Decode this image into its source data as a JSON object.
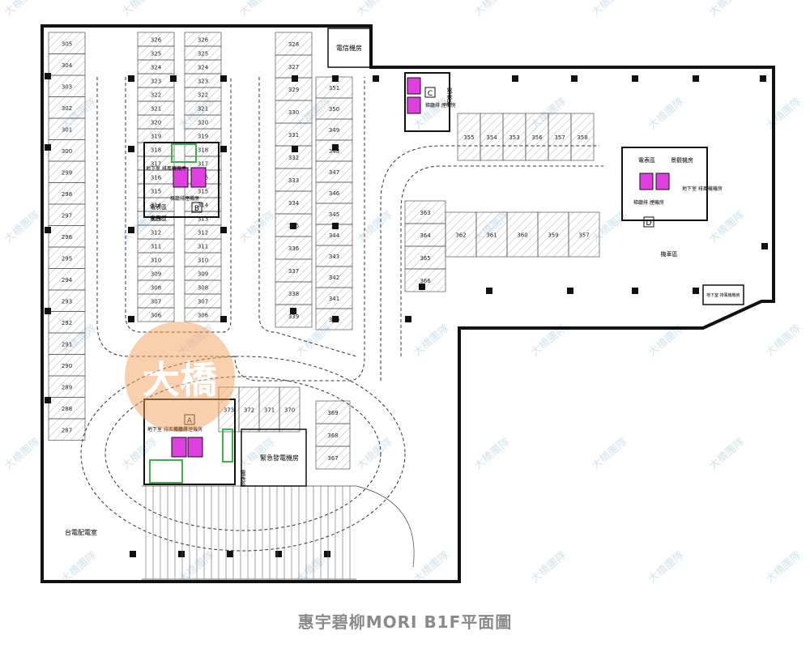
{
  "title": "惠宇碧柳MORI B1F平面圖",
  "watermark": {
    "text": "大橋團隊",
    "logo_text": "大橋",
    "logo_color": "#f3a25e"
  },
  "colors": {
    "wall": "#111111",
    "line": "#444444",
    "elevator": "#e040e0",
    "stair": "#3cb44b"
  },
  "rooms": {
    "electrical_room": "電信機房",
    "meter_zone_a": "電表區",
    "meter_zone_b": "電表區",
    "meter_zone_c": "電表區",
    "meter_zone_d": "電表區",
    "pump_room": "景觀機房",
    "parking_zone": "機車區",
    "power_room": "台電配電室",
    "generator_room": "緊急發電機房",
    "shelter_a": "地下室 排風機機房",
    "shelter_b": "地下室 排風機機房",
    "shelter_d": "地下室 排風機機房",
    "exhaust_b": "梯廳排煙機房",
    "exhaust_a": "梯廳排煙機房",
    "exhaust_c": "梯廳排 煙機房",
    "exhaust_d": "梯廳排 煙機房",
    "letters": [
      "A",
      "B",
      "C",
      "D"
    ]
  },
  "parking": {
    "col_left": [
      "305",
      "304",
      "303",
      "302",
      "301",
      "300",
      "299",
      "298",
      "297",
      "296",
      "295",
      "294",
      "293",
      "292",
      "291",
      "290",
      "289",
      "288",
      "287"
    ],
    "col_b1": [
      "326",
      "325",
      "324",
      "323",
      "322",
      "321",
      "320",
      "319",
      "318",
      "317",
      "316",
      "315",
      "314",
      "313",
      "312",
      "311",
      "310",
      "309",
      "308",
      "307",
      "306"
    ],
    "col_b2": [
      "328",
      "327",
      "329",
      "330",
      "331",
      "332",
      "333",
      "334",
      "335",
      "336",
      "337",
      "338",
      "339"
    ],
    "col_c1": [
      "351",
      "350",
      "349",
      "348",
      "347",
      "346",
      "345",
      "344",
      "343",
      "342",
      "341",
      "340"
    ],
    "top_row": [
      "355",
      "354",
      "353",
      "356",
      "357",
      "358"
    ],
    "mid_row": [
      "362",
      "361",
      "360",
      "359",
      "357"
    ],
    "right_col": [
      "363",
      "364",
      "365",
      "366"
    ],
    "lower_row": [
      "373",
      "372",
      "371",
      "370"
    ],
    "lower_col": [
      "369",
      "368",
      "367"
    ]
  }
}
